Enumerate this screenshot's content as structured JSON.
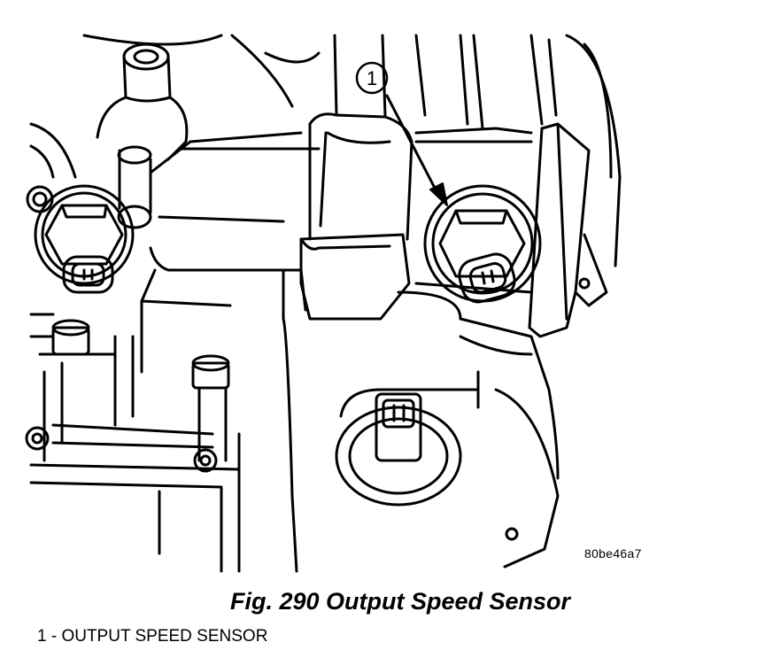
{
  "figure": {
    "callout_number": "1",
    "image_code": "80be46a7"
  },
  "caption": {
    "text": "Fig. 290 Output Speed Sensor"
  },
  "legend": {
    "items": [
      {
        "label": "1 - OUTPUT SPEED SENSOR"
      }
    ]
  }
}
